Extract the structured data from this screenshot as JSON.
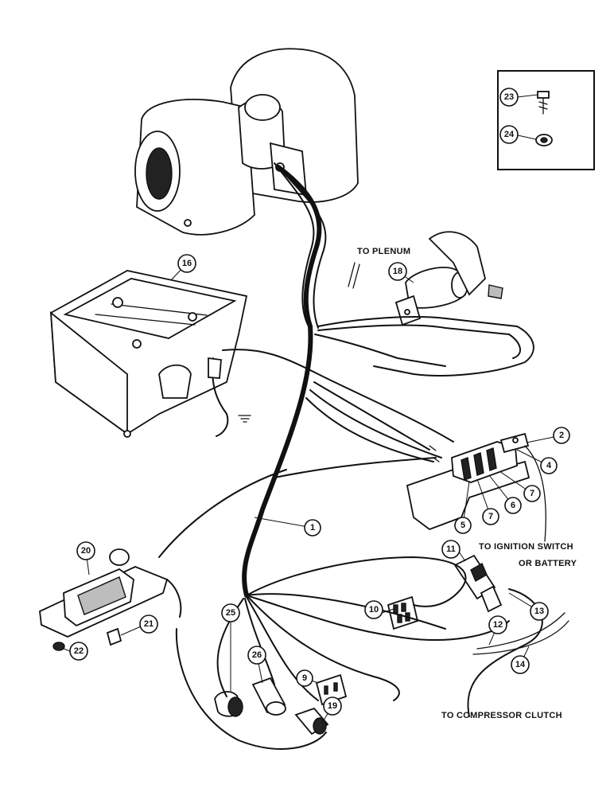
{
  "labels": {
    "to_plenum": "TO PLENUM",
    "to_ignition_switch": "TO IGNITION SWITCH",
    "or_battery": "OR BATTERY",
    "to_compressor_clutch": "TO COMPRESSOR CLUTCH"
  },
  "callouts": {
    "c1": "1",
    "c2": "2",
    "c4": "4",
    "c5": "5",
    "c6": "6",
    "c7a": "7",
    "c7b": "7",
    "c9": "9",
    "c10": "10",
    "c11": "11",
    "c12": "12",
    "c13": "13",
    "c14": "14",
    "c16": "16",
    "c18": "18",
    "c19": "19",
    "c20": "20",
    "c21": "21",
    "c22": "22",
    "c23": "23",
    "c24": "24",
    "c25": "25",
    "c26": "26"
  }
}
